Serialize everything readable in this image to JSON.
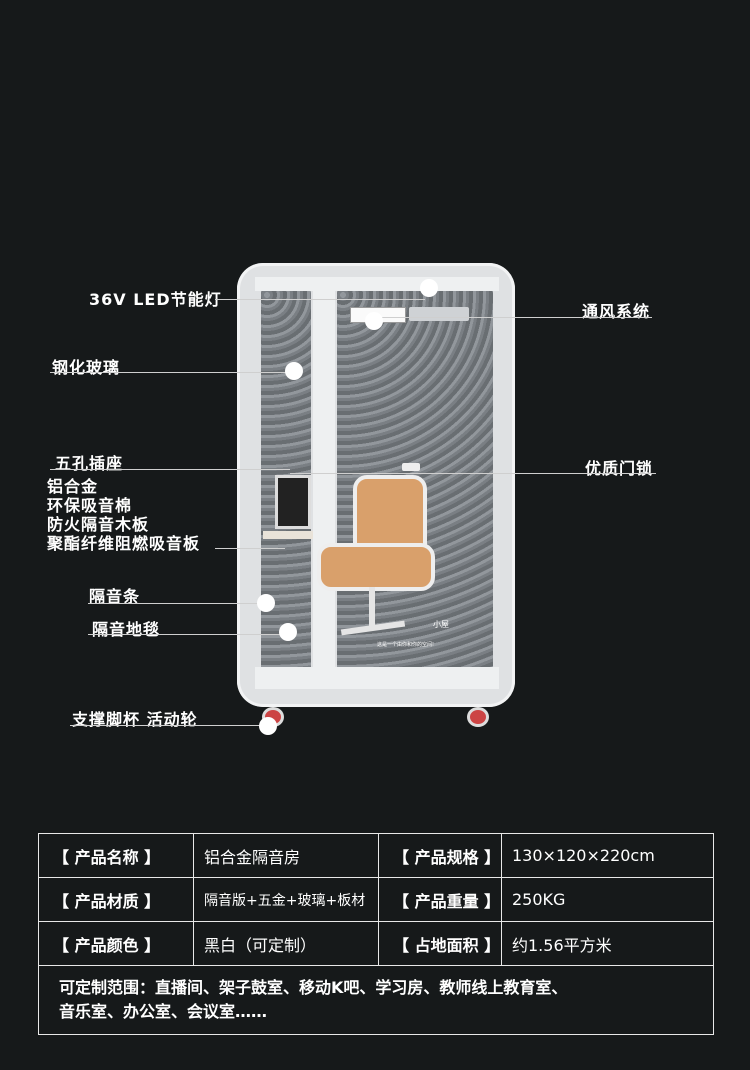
{
  "callouts": {
    "led": "36V LED节能灯",
    "vent": "通风系统",
    "glass": "钢化玻璃",
    "socket": "五孔插座",
    "lock": "优质门锁",
    "materials": [
      "铝合金",
      "环保吸音棉",
      "防火隔音木板",
      "聚酯纤维阻燃吸音板"
    ],
    "strip": "隔音条",
    "carpet": "隔音地毯",
    "wheels": "支撑脚杯 活动轮"
  },
  "booth": {
    "sign_title": "小屋",
    "sign_sub": "这是一个由你和你的空间!"
  },
  "specs": {
    "name_key": "【 产品名称 】",
    "name_val": "铝合金隔音房",
    "size_key": "【 产品规格 】",
    "size_val": "130×120×220cm",
    "material_key": "【 产品材质 】",
    "material_val": "隔音版+五金+玻璃+板材",
    "weight_key": "【 产品重量 】",
    "weight_val": "250KG",
    "color_key": "【 产品颜色 】",
    "color_val": "黑白（可定制）",
    "area_key": "【 占地面积 】",
    "area_val": "约1.56平方米",
    "custom_line1": "可定制范围：直播间、架子鼓室、移动K吧、学习房、教师线上教育室、",
    "custom_line2": "音乐室、办公室、会议室……"
  },
  "colors": {
    "background": "#16191a",
    "booth_frame": "#dfe1e3",
    "chair": "#d9a06b"
  }
}
